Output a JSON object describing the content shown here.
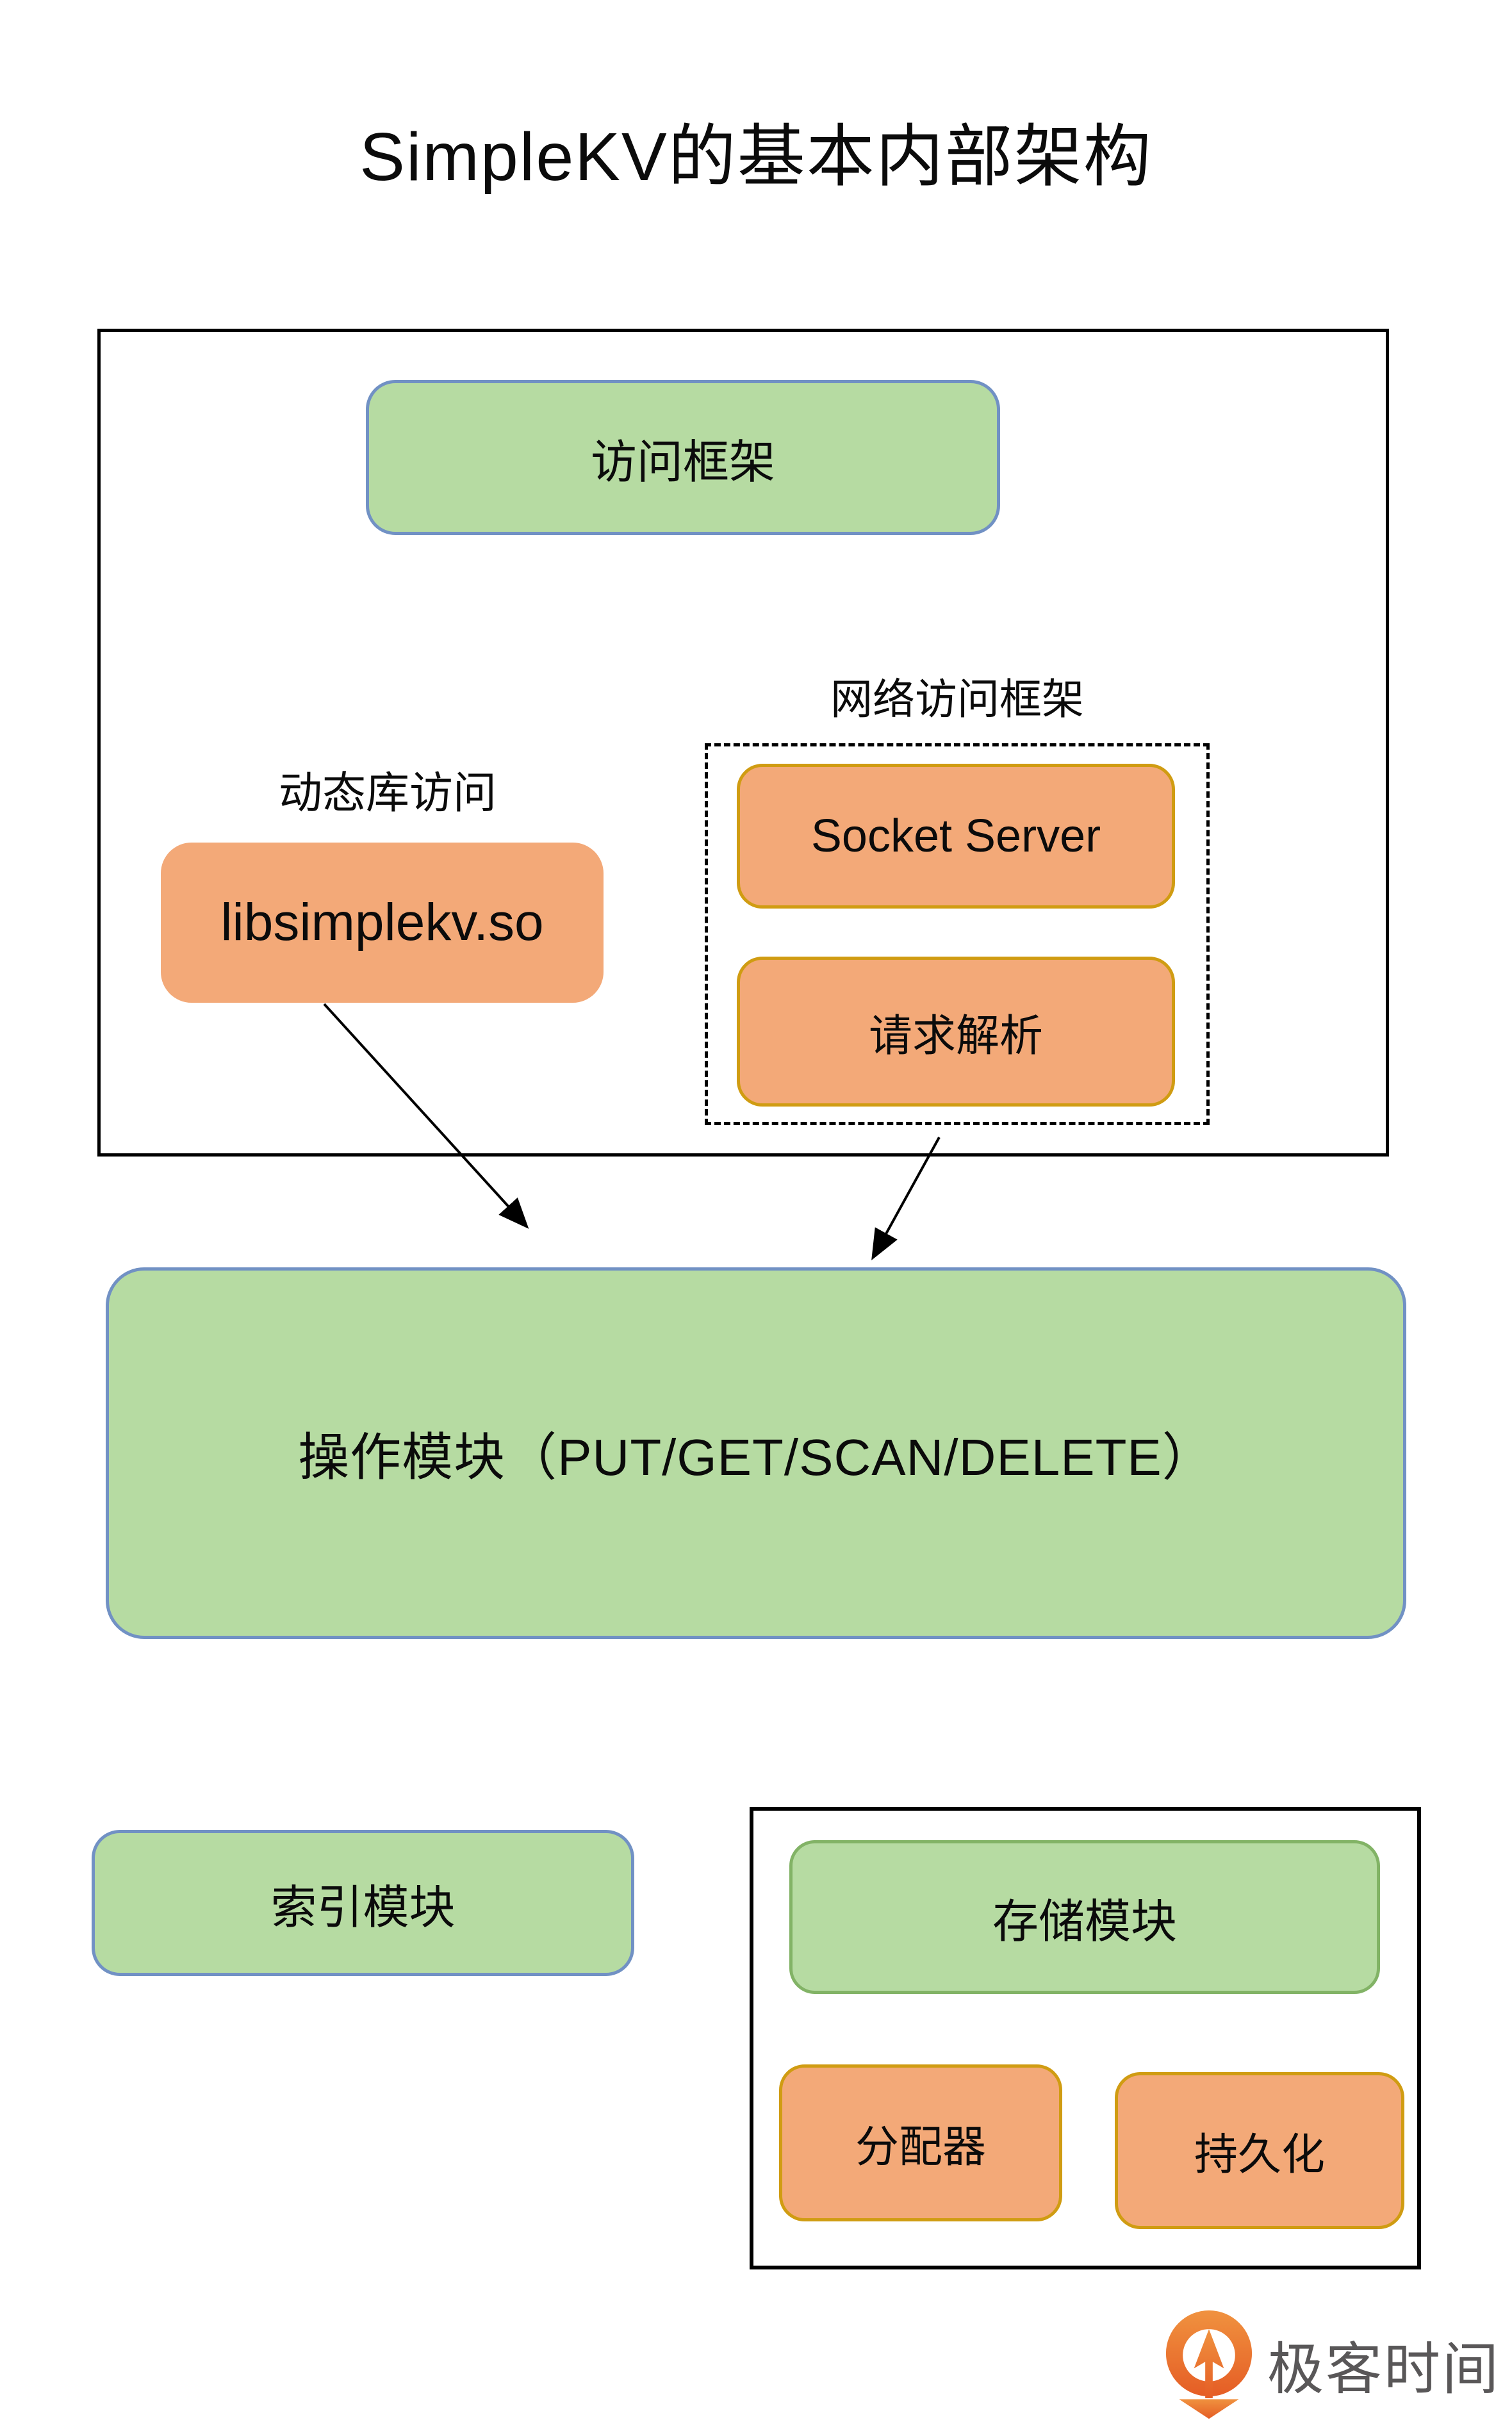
{
  "page": {
    "title": "SimpleKV的基本内部架构"
  },
  "frames": {
    "access_framework": "访问框架",
    "dynamic_lib_label": "动态库访问",
    "dynamic_lib_box": "libsimplekv.so",
    "network_label": "网络访问框架",
    "socket_server": "Socket Server",
    "request_parse": "请求解析",
    "operation_module": "操作模块（PUT/GET/SCAN/DELETE）",
    "index_module": "索引模块",
    "storage_module": "存储模块",
    "allocator": "分配器",
    "persistence": "持久化"
  },
  "brand": {
    "name": "极客时间"
  },
  "colors": {
    "green_fill": "#b6dba2",
    "blue_border": "#7191c4",
    "green_border": "#82b366",
    "orange_fill": "#f3a978",
    "gold_border": "#d09c12",
    "frame_line": "#000000",
    "brand_orange": "#ee7b3c",
    "brand_text": "#595758"
  }
}
